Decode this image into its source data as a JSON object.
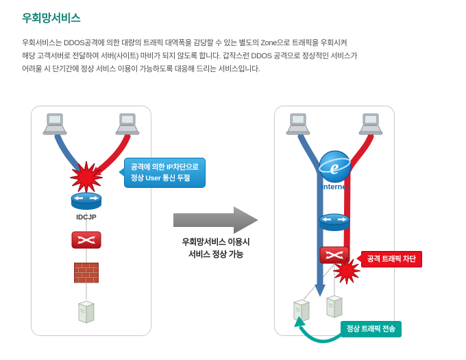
{
  "page": {
    "title": "우회망서비스",
    "description_lines": [
      "우회서비스는 DDOS공격에 의한 대량의 트래픽 대역폭을 감당할 수 있는 별도의 Zone으로 트래픽을 우회시켜",
      "해당 고객서버로 전달하여 서버(사이트) 마비가 되지 않도록 합니다. 갑작스런 DDOS 공격으로 정상적인 서비스가",
      "어려울 시 단기간에 정상 서비스 이용이 가능하도록 대응해 드리는 서비스입니다."
    ]
  },
  "left_panel": {
    "callout_lines": [
      "공격에 의한 IP차단으로",
      "정상 User 통신 두절"
    ],
    "router_label": "IDCJP"
  },
  "transition": {
    "caption_lines": [
      "우회망서비스 이용시",
      "서비스 정상 가능"
    ]
  },
  "right_panel": {
    "internet_label": "Internet",
    "attack_block_label": "공격 트래픽 차단",
    "normal_traffic_label": "정상 트래픽 전송"
  },
  "colors": {
    "title_teal": "#0e8174",
    "callout_blue": "#1f93d1",
    "alert_red": "#e8101d",
    "service_teal": "#00a59a",
    "traffic_blue": "#4577ad",
    "traffic_red": "#d91a28",
    "transition_gray": "#8c8c8c"
  },
  "icons": [
    "laptop-icon",
    "explosion-icon",
    "router-icon",
    "switch-icon",
    "firewall-icon",
    "server-icon",
    "internet-explorer-icon",
    "right-arrow-icon",
    "curved-arrow-icon"
  ]
}
